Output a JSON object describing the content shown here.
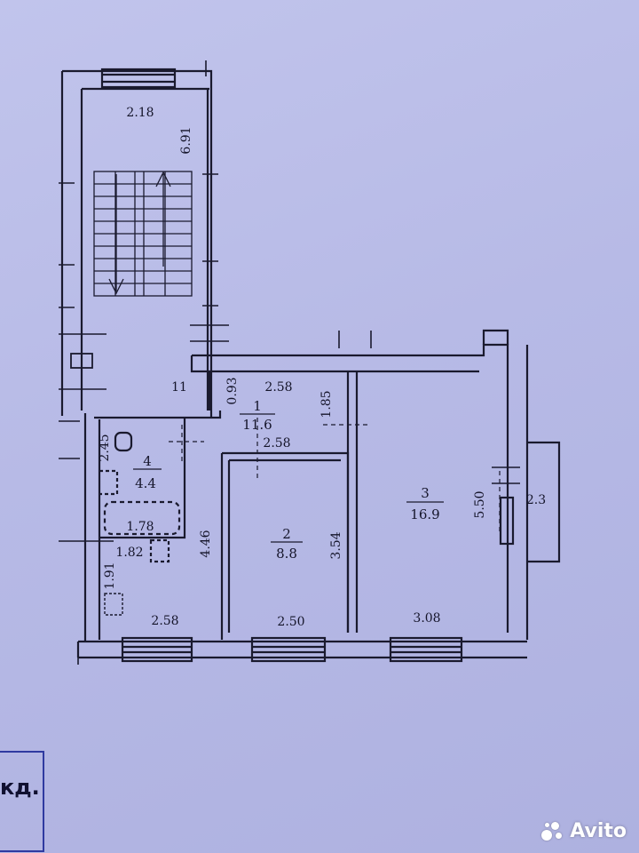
{
  "plan": {
    "rooms": [
      {
        "id": "1",
        "area": "11.6"
      },
      {
        "id": "2",
        "area": "8.8"
      },
      {
        "id": "3",
        "area": "16.9"
      },
      {
        "id": "4",
        "area": "4.4"
      }
    ],
    "dimensions": {
      "stair_width": "2.18",
      "stair_length": "6.91",
      "corridor_label": "11",
      "corridor_depth": "0.93",
      "hall_top_width": "2.58",
      "hall_right_depth": "1.85",
      "hall_inner_width": "2.58",
      "bath_height": "2.45",
      "bath_width": "1.78",
      "wc_width": "1.82",
      "wc_height": "1.91",
      "kitchen_width": "2.58",
      "kitchen_height": "4.46",
      "room2_height": "3.54",
      "room2_width": "2.50",
      "room3_height": "5.50",
      "room3_width": "3.08",
      "balcony": "2.3"
    }
  },
  "stamp": {
    "text": "кд."
  },
  "watermark": {
    "text": "Avito"
  }
}
